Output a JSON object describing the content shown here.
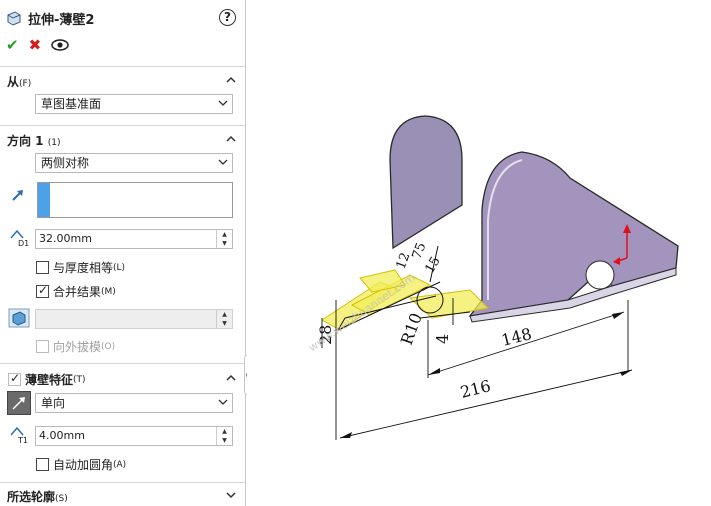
{
  "header": {
    "title": "拉伸-薄壁2",
    "help_icon": "?"
  },
  "actions": {
    "ok_icon": "check-icon",
    "cancel_icon": "close-icon",
    "preview_icon": "eye-icon"
  },
  "from_section": {
    "label": "从",
    "shortcut": "(F)",
    "value": "草图基准面"
  },
  "direction1": {
    "label": "方向 1",
    "shortcut": "(1)",
    "end_condition": "两侧对称",
    "depth": "32.00mm",
    "equal_thickness_label": "与厚度相等",
    "equal_thickness_shortcut": "(L)",
    "equal_thickness_checked": false,
    "merge_label": "合并结果",
    "merge_shortcut": "(M)",
    "merge_checked": true,
    "draft_label": "向外拔模",
    "draft_shortcut": "(O)",
    "draft_checked": false
  },
  "thin_feature": {
    "label": "薄壁特征",
    "shortcut": "(T)",
    "enabled": true,
    "type": "单向",
    "thickness": "4.00mm",
    "auto_fillet_label": "自动加圆角",
    "auto_fillet_shortcut": "(A)",
    "auto_fillet_checked": false
  },
  "selected_contours": {
    "label": "所选轮廓",
    "shortcut": "(S)"
  },
  "viewport": {
    "dim_216": "216",
    "dim_148": "148",
    "dim_28": "28",
    "dim_r10": "R10",
    "dim_4": "4",
    "dim_75": "75",
    "dim_15": "15",
    "dim_12": "12",
    "watermark": "www.weizhuannet.com",
    "part_color": "#9a8fb5",
    "preview_color": "#f2ee5a"
  }
}
